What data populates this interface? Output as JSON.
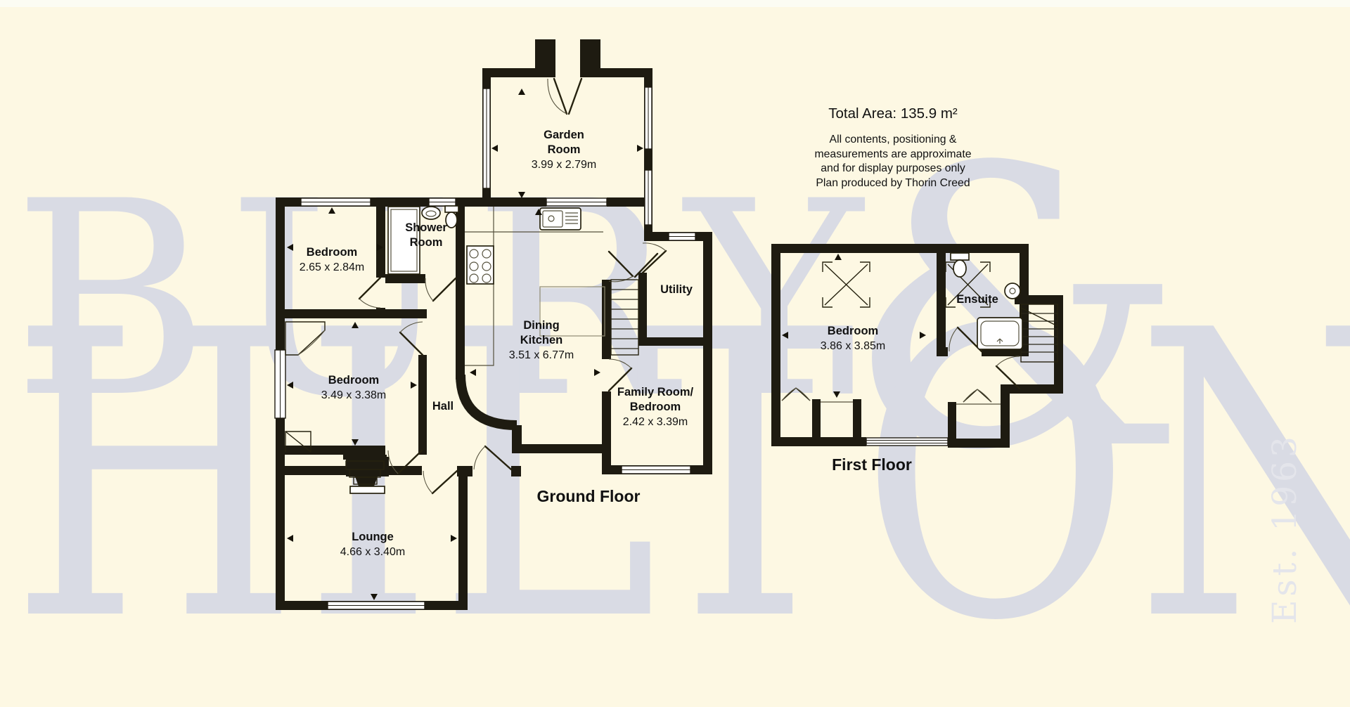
{
  "info": {
    "total_area": "Total Area: 135.9 m²",
    "disclaimer": [
      "All contents, positioning &",
      "measurements are approximate",
      "and for display purposes only",
      "Plan produced by Thorin Creed"
    ]
  },
  "watermark": {
    "word1": "BURY",
    "ampersand": "&",
    "word2": "HILTON",
    "established": "Est. 1963"
  },
  "floors": {
    "ground_caption": "Ground Floor",
    "first_caption": "First Floor"
  },
  "rooms": {
    "garden": {
      "name": "Garden\nRoom",
      "dims": "3.99 x 2.79m"
    },
    "bedroom1": {
      "name": "Bedroom",
      "dims": "2.65 x 2.84m"
    },
    "shower": {
      "name": "Shower\nRoom",
      "dims": ""
    },
    "bedroom2": {
      "name": "Bedroom",
      "dims": "3.49 x 3.38m"
    },
    "hall": {
      "name": "Hall",
      "dims": ""
    },
    "dining": {
      "name": "Dining\nKitchen",
      "dims": "3.51 x 6.77m"
    },
    "utility": {
      "name": "Utility",
      "dims": ""
    },
    "family": {
      "name": "Family Room/\nBedroom",
      "dims": "2.42 x 3.39m"
    },
    "lounge": {
      "name": "Lounge",
      "dims": "4.66 x 3.40m"
    },
    "bedroom3": {
      "name": "Bedroom",
      "dims": "3.86 x 3.85m"
    },
    "ensuite": {
      "name": "Ensuite",
      "dims": ""
    }
  },
  "colors": {
    "background": "#fdf8e3",
    "wall": "#1e1b11",
    "watermark": "#d9dbe4",
    "watermark_light": "#e4e5eb",
    "text": "#111111"
  }
}
